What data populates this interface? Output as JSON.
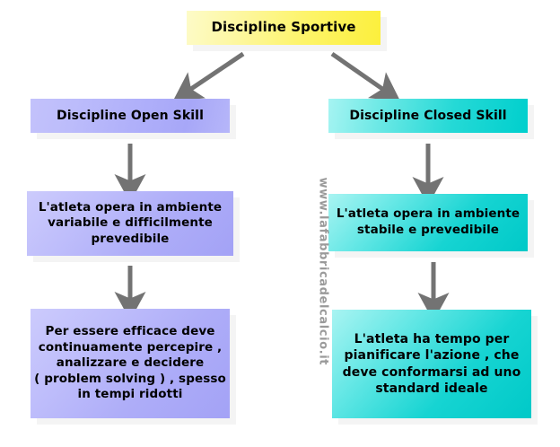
{
  "diagram": {
    "title_node": {
      "label": "Discipline Sportive",
      "color": "#fdf468"
    },
    "branches": [
      {
        "id": "open-skill",
        "accent": "#b0b0fa",
        "head": {
          "label": "Discipline Open Skill"
        },
        "steps": [
          {
            "label": "L'atleta opera in ambiente\nvariabile e difficilmente\nprevedibile"
          },
          {
            "label": "Per essere efficace deve\ncontinuamente percepire ,\nanalizzare e decidere\n( problem solving ) , spesso\nin tempi ridotti"
          }
        ]
      },
      {
        "id": "closed-skill",
        "accent": "#00cfcd",
        "head": {
          "label": "Discipline Closed Skill"
        },
        "steps": [
          {
            "label": "L'atleta opera in ambiente\nstabile e prevedibile"
          },
          {
            "label": "L'atleta ha tempo per\npianificare l'azione , che\ndeve conformarsi ad uno\nstandard ideale"
          }
        ]
      }
    ],
    "arrow_color": "#737373",
    "watermark": "www.lafabbricadelcalcio.it"
  }
}
